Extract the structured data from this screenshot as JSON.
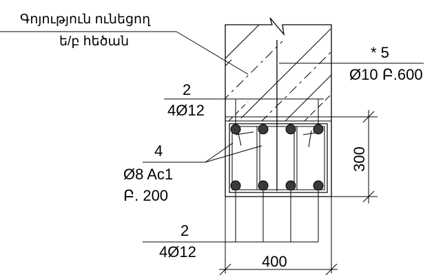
{
  "labels": {
    "existing_wall_line1": "Գոյություն ունեցող",
    "existing_wall_line2": "ե/բ հեծան",
    "pos5_mark": "*  5",
    "pos5_spec": "Ø10 Բ.600",
    "pos2_top_num": "2",
    "pos2_top_spec": "4Ø12",
    "pos4_num": "4",
    "pos4_spec": "Ø8 Ac1",
    "pos4_step": "Բ. 200",
    "pos2_bot_num": "2",
    "pos2_bot_spec": "4Ø12",
    "dim_height": "300",
    "dim_width": "400"
  },
  "colors": {
    "line": "#000000",
    "rebar": "#3a3a3a",
    "background": "#ffffff"
  }
}
